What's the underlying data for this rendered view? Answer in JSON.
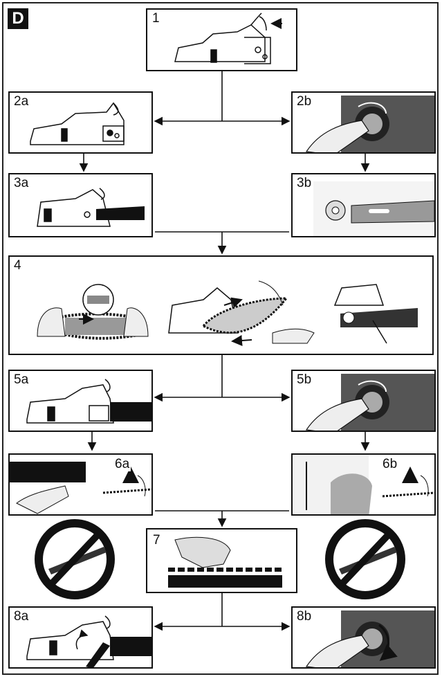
{
  "section_letter": "D",
  "steps": {
    "s1": "1",
    "s2a": "2a",
    "s2b": "2b",
    "s3a": "3a",
    "s3b": "3b",
    "s4": "4",
    "s5a": "5a",
    "s5b": "5b",
    "s6a": "6a",
    "s6b": "6b",
    "s7": "7",
    "s8a": "8a",
    "s8b": "8b"
  }
}
